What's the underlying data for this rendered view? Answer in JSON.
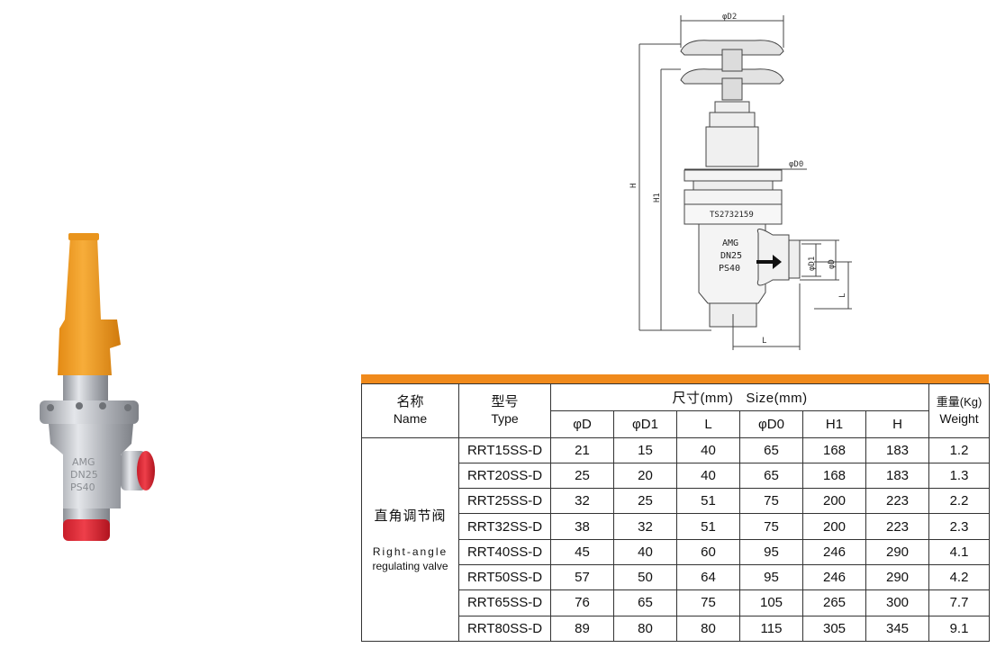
{
  "drawing": {
    "label_d2": "φD2",
    "label_d0": "φD0",
    "label_h": "H",
    "label_h1": "H1",
    "label_d1": "φD1",
    "label_d": "φD",
    "label_l_side": "L",
    "label_l_bottom": "L",
    "body_code": "TS2732159",
    "body_brand": "AMG",
    "body_dn": "DN25",
    "body_ps": "PS40"
  },
  "table": {
    "header_name_zh": "名称",
    "header_name_en": "Name",
    "header_type_zh": "型号",
    "header_type_en": "Type",
    "header_size": "尺寸(mm)   Size(mm)",
    "header_weight_zh": "重量(Kg)",
    "header_weight_en": "Weight",
    "columns": [
      "φD",
      "φD1",
      "L",
      "φD0",
      "H1",
      "H"
    ],
    "product_name_zh": "直角调节阀",
    "product_name_en_line1": "Right-angle",
    "product_name_en_line2": "regulating valve",
    "rows": [
      {
        "type": "RRT15SS-D",
        "d": "21",
        "d1": "15",
        "l": "40",
        "d0": "65",
        "h1": "168",
        "h": "183",
        "weight": "1.2"
      },
      {
        "type": "RRT20SS-D",
        "d": "25",
        "d1": "20",
        "l": "40",
        "d0": "65",
        "h1": "168",
        "h": "183",
        "weight": "1.3"
      },
      {
        "type": "RRT25SS-D",
        "d": "32",
        "d1": "25",
        "l": "51",
        "d0": "75",
        "h1": "200",
        "h": "223",
        "weight": "2.2"
      },
      {
        "type": "RRT32SS-D",
        "d": "38",
        "d1": "32",
        "l": "51",
        "d0": "75",
        "h1": "200",
        "h": "223",
        "weight": "2.3"
      },
      {
        "type": "RRT40SS-D",
        "d": "45",
        "d1": "40",
        "l": "60",
        "d0": "95",
        "h1": "246",
        "h": "290",
        "weight": "4.1"
      },
      {
        "type": "RRT50SS-D",
        "d": "57",
        "d1": "50",
        "l": "64",
        "d0": "95",
        "h1": "246",
        "h": "290",
        "weight": "4.2"
      },
      {
        "type": "RRT65SS-D",
        "d": "76",
        "d1": "65",
        "l": "75",
        "d0": "105",
        "h1": "265",
        "h": "300",
        "weight": "7.7"
      },
      {
        "type": "RRT80SS-D",
        "d": "89",
        "d1": "80",
        "l": "80",
        "d0": "115",
        "h1": "305",
        "h": "345",
        "weight": "9.1"
      }
    ]
  },
  "photo": {
    "body_brand": "AMG",
    "body_dn": "DN25",
    "body_ps": "PS40"
  }
}
